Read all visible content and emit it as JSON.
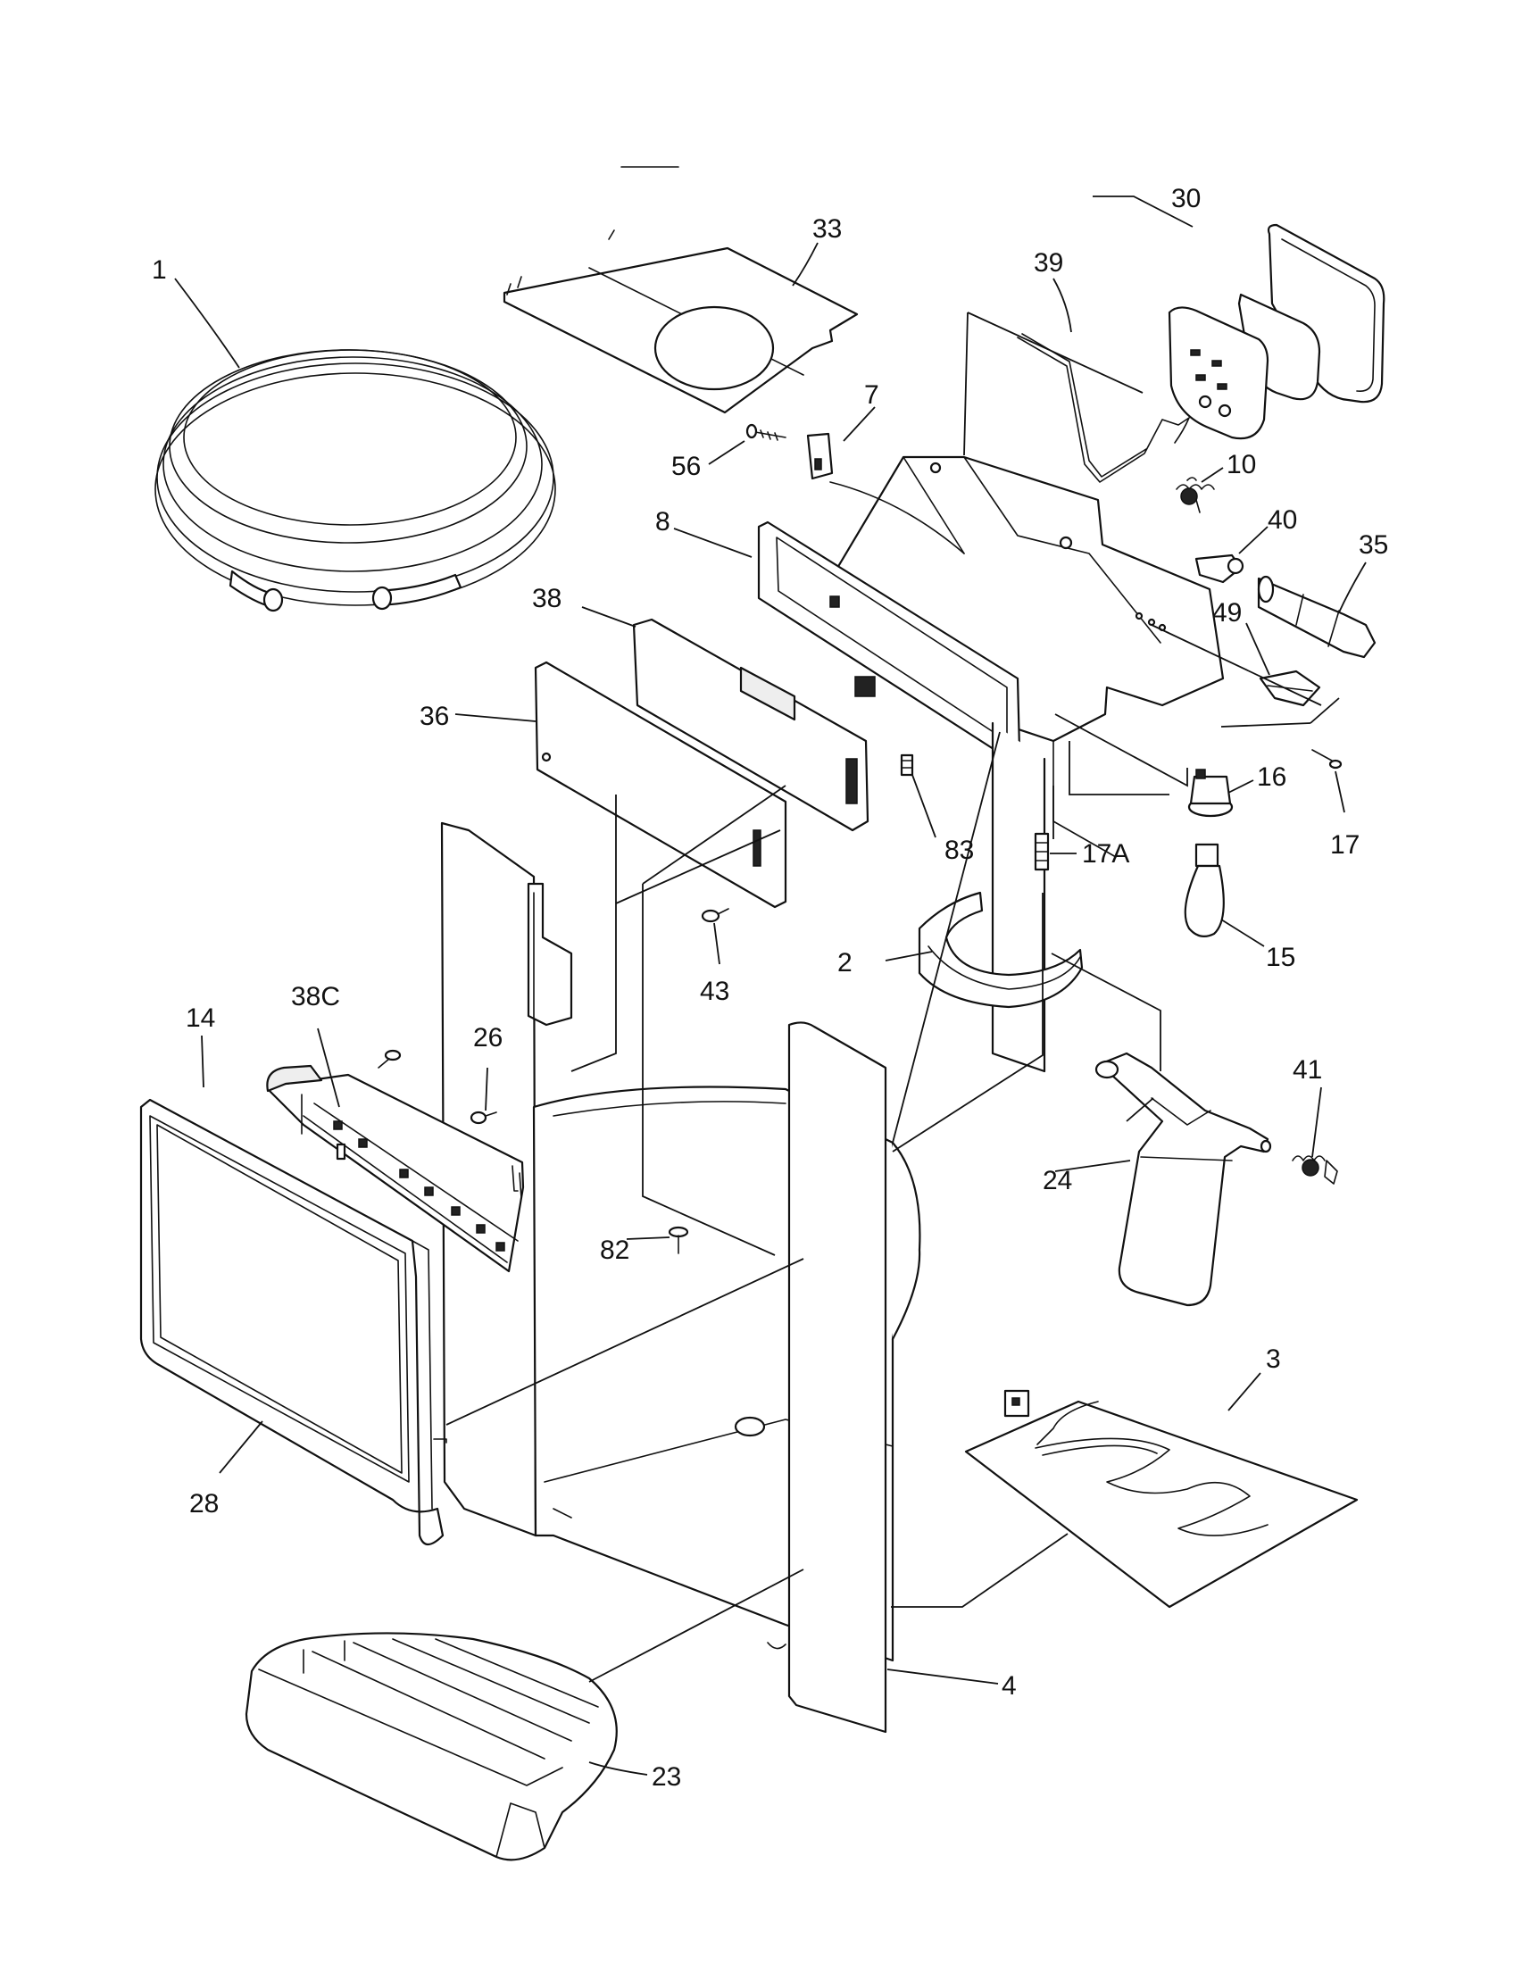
{
  "callouts": {
    "c1": "1",
    "c2": "2",
    "c3": "3",
    "c4": "4",
    "c7": "7",
    "c8": "8",
    "c10": "10",
    "c14": "14",
    "c15": "15",
    "c16": "16",
    "c17": "17",
    "c17a": "17A",
    "c23": "23",
    "c24": "24",
    "c26": "26",
    "c28": "28",
    "c30": "30",
    "c33": "33",
    "c35": "35",
    "c36": "36",
    "c38": "38",
    "c38c": "38C",
    "c39": "39",
    "c40": "40",
    "c41": "41",
    "c43": "43",
    "c49": "49",
    "c56": "56",
    "c82": "82",
    "c83": "83"
  },
  "colors": {
    "line": "#111111",
    "paper": "#ffffff"
  }
}
